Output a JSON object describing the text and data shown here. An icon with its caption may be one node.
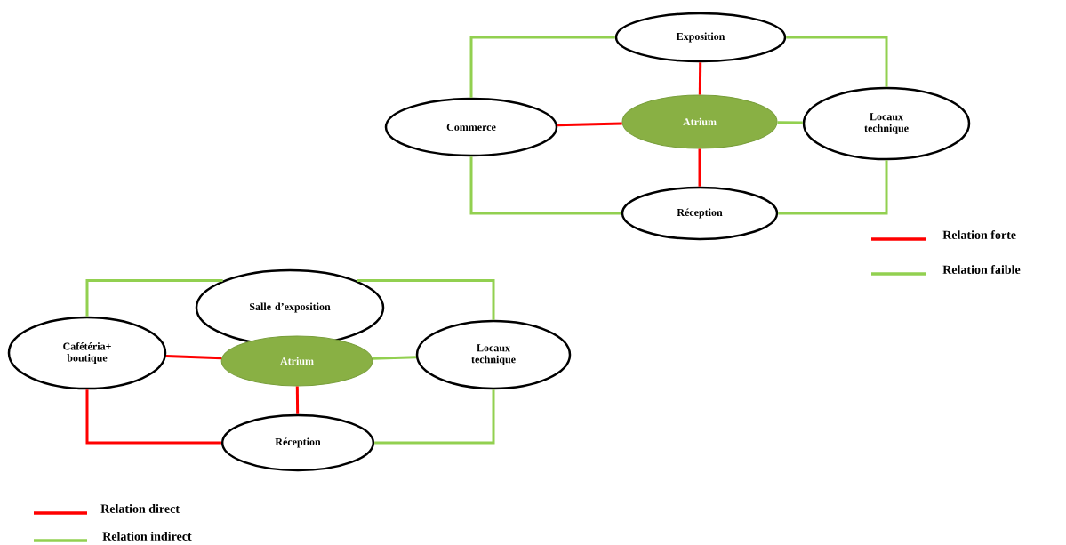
{
  "diagram": {
    "nodes": [
      {
        "text": [
          "Exposition"
        ]
      },
      {
        "text": [
          "Commerce"
        ]
      },
      {
        "text": [
          "Atrium"
        ]
      },
      {
        "text": [
          "Locaux technique"
        ]
      },
      {
        "text": [
          "Réception"
        ]
      },
      {
        "text": [
          "Salle d’exposition"
        ]
      },
      {
        "text": [
          "Cafétéria+ boutique"
        ]
      },
      {
        "text": [
          "Atrium"
        ]
      },
      {
        "text": [
          "Locaux technique"
        ]
      },
      {
        "text": [
          "Réception"
        ]
      }
    ],
    "edges": [
      {
        "from": 1,
        "to": 0,
        "arrow": "none"
      },
      {
        "from": 0,
        "to": 3,
        "arrow": "none"
      },
      {
        "from": 0,
        "to": 2,
        "arrow": "none",
        "color": "#ff0000"
      },
      {
        "from": 1,
        "to": 2,
        "arrow": "none",
        "color": "#ff0000"
      },
      {
        "from": 2,
        "to": 3,
        "arrow": "none"
      },
      {
        "from": 2,
        "to": 4,
        "arrow": "none",
        "color": "#ff0000"
      },
      {
        "from": 1,
        "to": 4,
        "arrow": "none"
      },
      {
        "from": 4,
        "to": 3,
        "arrow": "none"
      },
      {
        "from": 6,
        "to": 5,
        "arrow": "none"
      },
      {
        "from": 5,
        "to": 8,
        "arrow": "none"
      },
      {
        "from": 6,
        "to": 7,
        "arrow": "none",
        "color": "#ff0000"
      },
      {
        "from": 7,
        "to": 8,
        "arrow": "none"
      },
      {
        "from": 7,
        "to": 9,
        "arrow": "none",
        "color": "#ff0000"
      },
      {
        "from": 6,
        "to": 9,
        "arrow": "none",
        "color": "#ff0000"
      },
      {
        "from": 9,
        "to": 8,
        "arrow": "none"
      }
    ],
    "legend": [
      {
        "text": "Relation forte",
        "color": "#ff0000"
      },
      {
        "text": "Relation faible",
        "color": "#92d050"
      },
      {
        "text": "Relation direct",
        "color": "#ff0000"
      },
      {
        "text": "Relation indirect",
        "color": "#92d050"
      }
    ]
  }
}
